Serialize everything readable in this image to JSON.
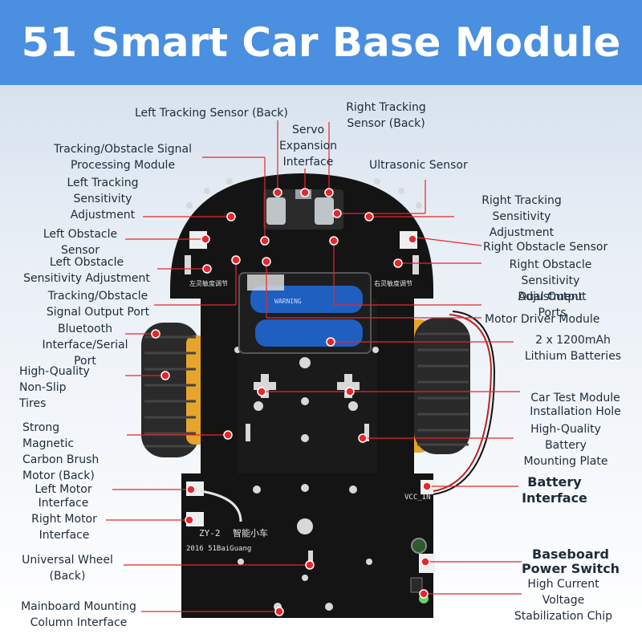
{
  "title": "51 Smart Car Base Module",
  "colors": {
    "banner": "#4a8fe0",
    "board": "#141414",
    "marker": "#e8262b",
    "tire": "#2a2a2a",
    "hub": "#e6a52a",
    "battery": "#1f5fbf"
  },
  "labels": {
    "left_tracking_back": "Left Tracking Sensor (Back)",
    "right_tracking_back_1": "Right Tracking",
    "right_tracking_back_2": "Sensor (Back)",
    "servo_1": "Servo",
    "servo_2": "Expansion",
    "servo_3": "Interface",
    "tracking_module_1": "Tracking/Obstacle Signal",
    "tracking_module_2": "Processing Module",
    "ultrasonic": "Ultrasonic Sensor",
    "left_track_adj_1": "Left Tracking",
    "left_track_adj_2": "Sensitivity",
    "left_track_adj_3": "Adjustment",
    "right_track_adj_1": "Right Tracking",
    "right_track_adj_2": "Sensitivity",
    "right_track_adj_3": "Adjustment",
    "left_obstacle_1": "Left Obstacle",
    "left_obstacle_2": "Sensor",
    "right_obstacle": "Right Obstacle Sensor",
    "left_obs_adj_1": "Left Obstacle",
    "left_obs_adj_2": "Sensitivity Adjustment",
    "right_obs_adj_1": "Right Obstacle",
    "right_obs_adj_2": "Sensitivity",
    "right_obs_adj_3": "Adjustment",
    "signal_output_1": "Tracking/Obstacle",
    "signal_output_2": "Signal Output Port",
    "dual_output_1": "Dual Output",
    "dual_output_2": "Ports",
    "motor_driver": "Motor Driver Module",
    "bluetooth_1": "Bluetooth",
    "bluetooth_2": "Interface/Serial",
    "bluetooth_3": "Port",
    "batteries_1": "2 x 1200mAh",
    "batteries_2": "Lithium Batteries",
    "tires_1": "High-Quality",
    "tires_2": "Non-Slip",
    "tires_3": "Tires",
    "test_module_1": "Car Test Module",
    "test_module_2": "Installation Hole",
    "motor_1": "Strong",
    "motor_2": "Magnetic",
    "motor_3": "Carbon Brush",
    "motor_4": "Motor (Back)",
    "plate_1": "High-Quality",
    "plate_2": "Battery",
    "plate_3": "Mounting Plate",
    "left_motor_1": "Left Motor",
    "left_motor_2": "Interface",
    "battery_if_1": "Battery",
    "battery_if_2": "Interface",
    "right_motor_1": "Right Motor",
    "right_motor_2": "Interface",
    "universal_wheel_1": "Universal Wheel",
    "universal_wheel_2": "(Back)",
    "power_switch_1": "Baseboard",
    "power_switch_2": "Power Switch",
    "chip_1": "High Current",
    "chip_2": "Voltage",
    "chip_3": "Stabilization Chip",
    "mounting_1": "Mainboard Mounting",
    "mounting_2": "Column Interface"
  },
  "board_text": {
    "model": "ZY-2",
    "name": "智能小车",
    "year": "2016 51BaiGuang",
    "vcc_in": "VCC_IN",
    "left_sens_adj": "左灵敏度调节",
    "right_sens_adj": "右灵敏度调节",
    "battery_warning": "WARNING"
  }
}
